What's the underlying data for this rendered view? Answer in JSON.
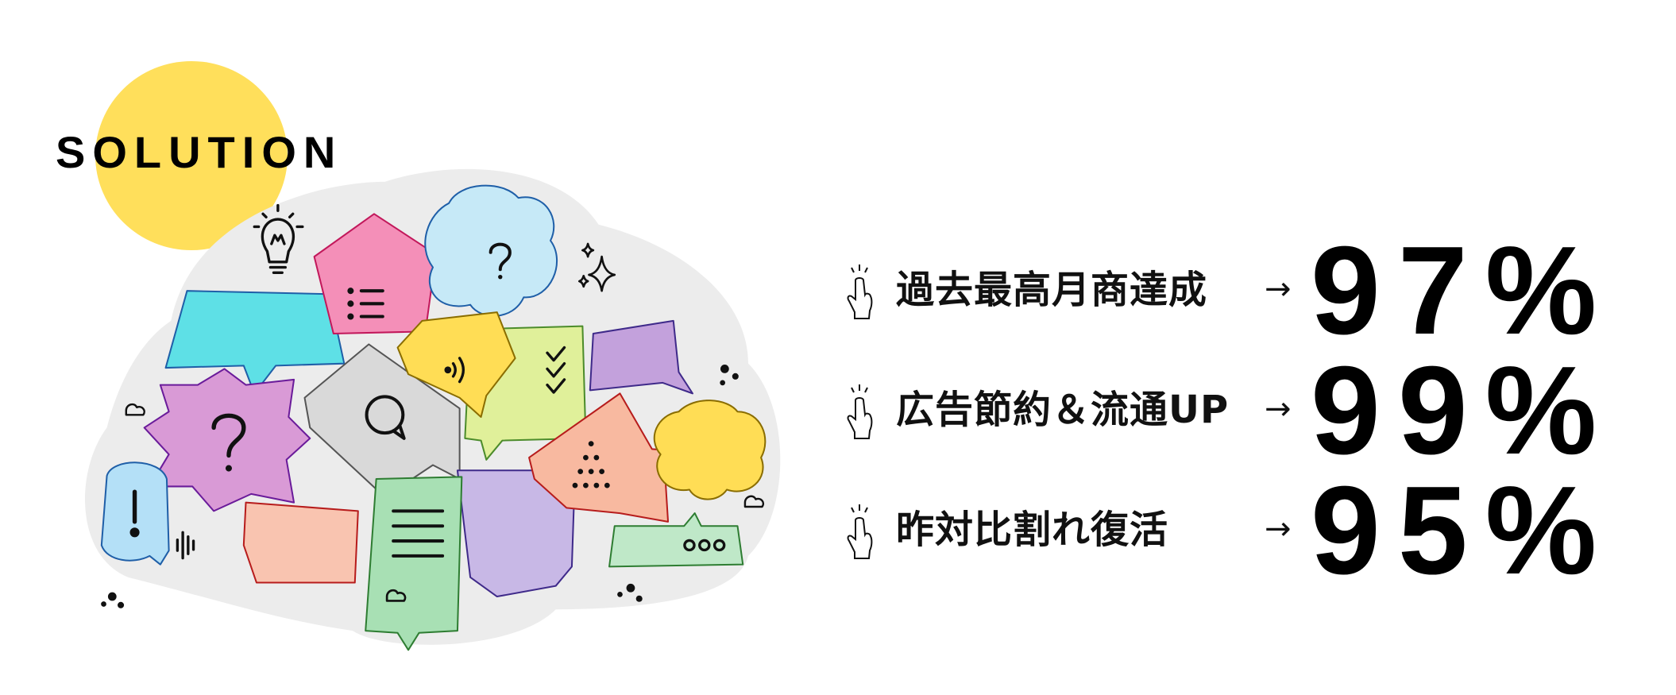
{
  "colors": {
    "badge": "#ffdf5b",
    "text": "#000000",
    "blob_background": "#ececec",
    "pink": "#f48fb8",
    "sky": "#c6e9f7",
    "cyan": "#5ee0e6",
    "purple": "#d99ad6",
    "gray": "#d9d9d9",
    "yellow": "#ffdd55",
    "lime": "#e0f09a",
    "lavender": "#c3a1dc",
    "salmon": "#f8b9a0",
    "light_purple": "#c8b8e6",
    "green": "#a8e0b4",
    "blue": "#b4e0f7",
    "mint": "#bfe8c8"
  },
  "header": {
    "title": "SOLUTION"
  },
  "illustration": {
    "icons": [
      "lightbulb-icon",
      "sparkle-icon",
      "list-icon",
      "question-icon",
      "chat-icon",
      "sound-wave-icon",
      "checklist-icon",
      "dots-icon",
      "exclamation-icon",
      "ellipsis-icon",
      "audio-wave-icon",
      "splash-icon",
      "cloud-icon"
    ]
  },
  "results": [
    {
      "icon": "pointing-hand-icon",
      "label": "過去最高月商達成",
      "arrow": "→",
      "value": "97%"
    },
    {
      "icon": "pointing-hand-icon",
      "label": "広告節約＆流通UP",
      "arrow": "→",
      "value": "99%"
    },
    {
      "icon": "pointing-hand-icon",
      "label": "昨対比割れ復活",
      "arrow": "→",
      "value": "95%"
    }
  ]
}
